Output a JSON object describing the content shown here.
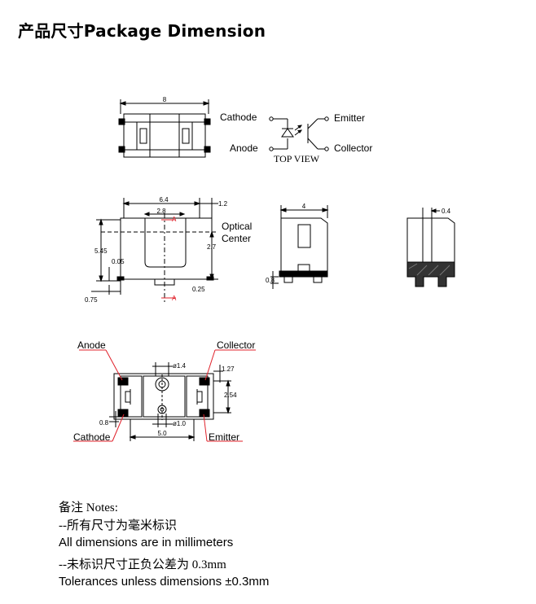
{
  "title": "产品尺寸Package Dimension",
  "top_view": {
    "dim_width": "8",
    "cathode": "Cathode",
    "anode": "Anode",
    "emitter": "Emitter",
    "collector": "Collector",
    "caption": "TOP VIEW"
  },
  "front_view": {
    "dim_6_4": "6.4",
    "dim_1_2": "1.2",
    "dim_2_8": "2.8",
    "section_mark": "A",
    "optical": "Optical",
    "center": "Center",
    "dim_5_45": "5.45",
    "dim_2_7": "2.7",
    "dim_0_05": "0.05",
    "dim_0_25": "0.25",
    "dim_0_75": "0.75"
  },
  "side_view": {
    "dim_4": "4",
    "dim_0_8": "0.8"
  },
  "section_view": {
    "dim_0_4": "0.4"
  },
  "bottom_view": {
    "anode": "Anode",
    "collector": "Collector",
    "cathode": "Cathode",
    "emitter": "Emitter",
    "dim_d1_4": "ø1.4",
    "dim_1_27": "1.27",
    "dim_2_54": "2.54",
    "dim_0_8": "0.8",
    "dim_d1_0": "ø1.0",
    "dim_5_0": "5.0"
  },
  "notes": {
    "heading": "备注 Notes:",
    "line1_cn": "--所有尺寸为毫米标识",
    "line1_en": "All dimensions are in millimeters",
    "line2_cn": "--未标识尺寸正负公差为 0.3mm",
    "line2_en": "Tolerances unless dimensions ±0.3mm"
  },
  "colors": {
    "line": "#000000",
    "leader_red": "#e0202a"
  }
}
